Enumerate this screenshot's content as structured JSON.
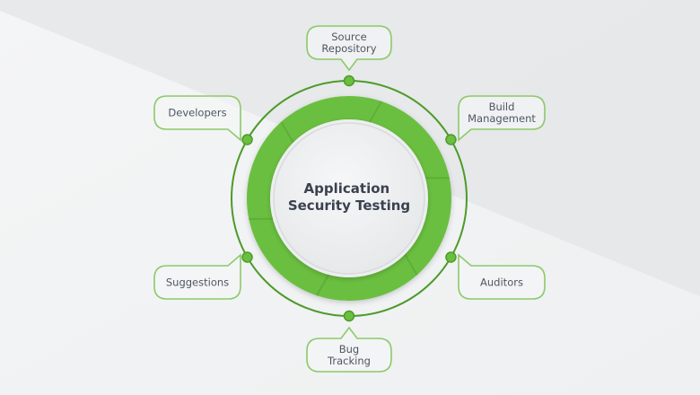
{
  "diagram": {
    "title_lines": [
      "Application",
      "Security Testing"
    ],
    "colors": {
      "accent": "#6abf3f",
      "accent_dark": "#4e9a2a",
      "bubble_border": "#8cc96a",
      "text": "#4e5663",
      "title_text": "#3a4250",
      "background_light": "#f3f4f5",
      "background_dark": "#e6e7e8"
    },
    "nodes": [
      {
        "id": "source-repository",
        "lines": [
          "Source",
          "Repository"
        ],
        "position": "top"
      },
      {
        "id": "build-management",
        "lines": [
          "Build",
          "Management"
        ],
        "position": "upper-right"
      },
      {
        "id": "auditors",
        "lines": [
          "Auditors"
        ],
        "position": "lower-right"
      },
      {
        "id": "bug-tracking",
        "lines": [
          "Bug",
          "Tracking"
        ],
        "position": "bottom"
      },
      {
        "id": "suggestions",
        "lines": [
          "Suggestions"
        ],
        "position": "lower-left"
      },
      {
        "id": "developers",
        "lines": [
          "Developers"
        ],
        "position": "upper-left"
      }
    ]
  }
}
